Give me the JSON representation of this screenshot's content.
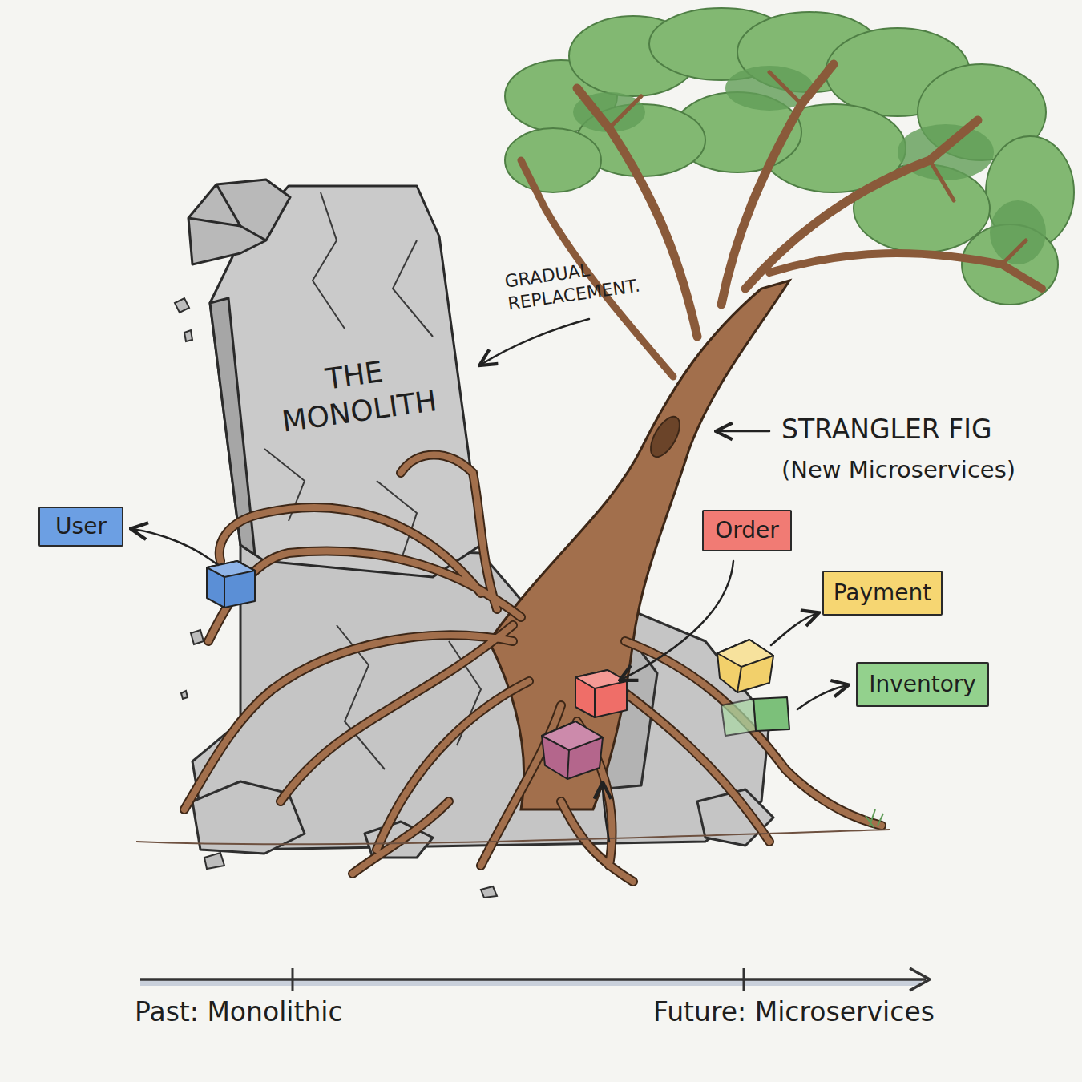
{
  "diagram": {
    "nodes": [
      {
        "text": [
          "User"
        ]
      },
      {
        "text": [
          "Order"
        ]
      },
      {
        "text": [
          "Payment"
        ]
      },
      {
        "text": [
          "Inventory"
        ]
      }
    ],
    "labels": [
      "THE MONOLITH",
      "GRADUAL REPLACEMENT.",
      "STRANGLER FIG",
      "(New Microservices)",
      "Past: Monolithic",
      "Future: Microservices"
    ]
  }
}
